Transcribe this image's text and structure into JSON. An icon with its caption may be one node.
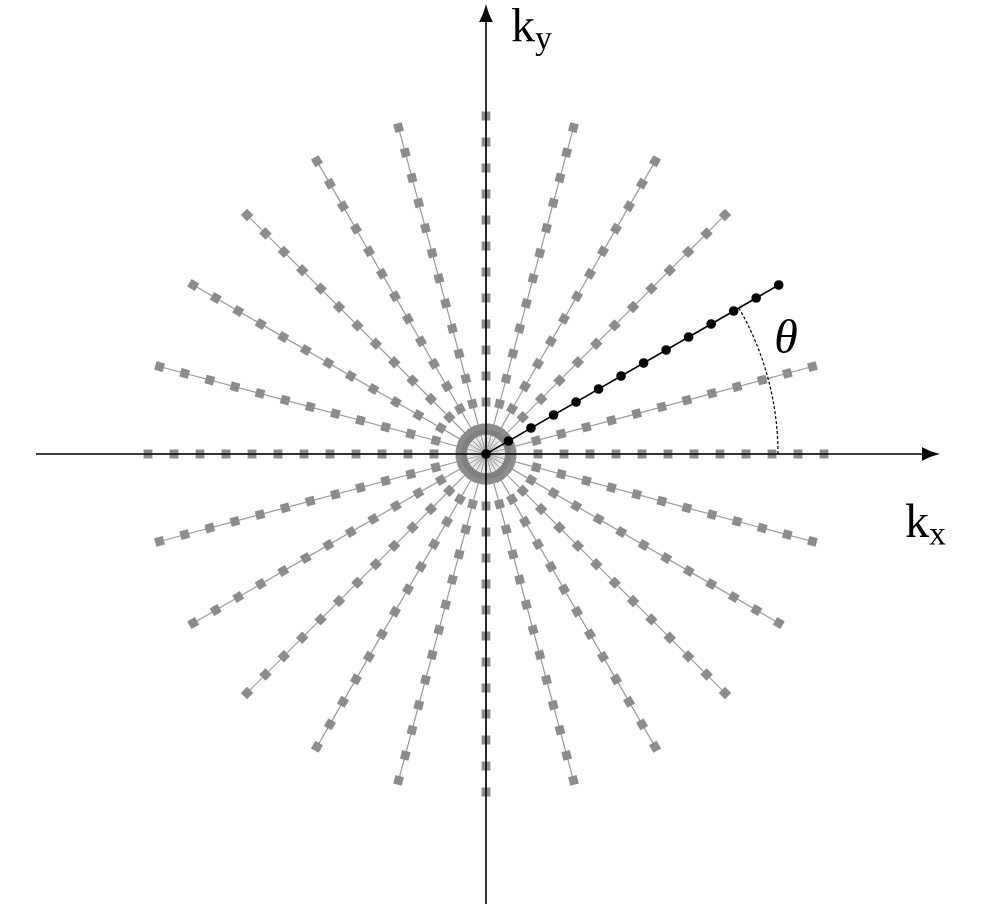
{
  "diagram": {
    "labels": [
      "k$_{y}$",
      "θ",
      "k$_{x}$"
    ]
  }
}
